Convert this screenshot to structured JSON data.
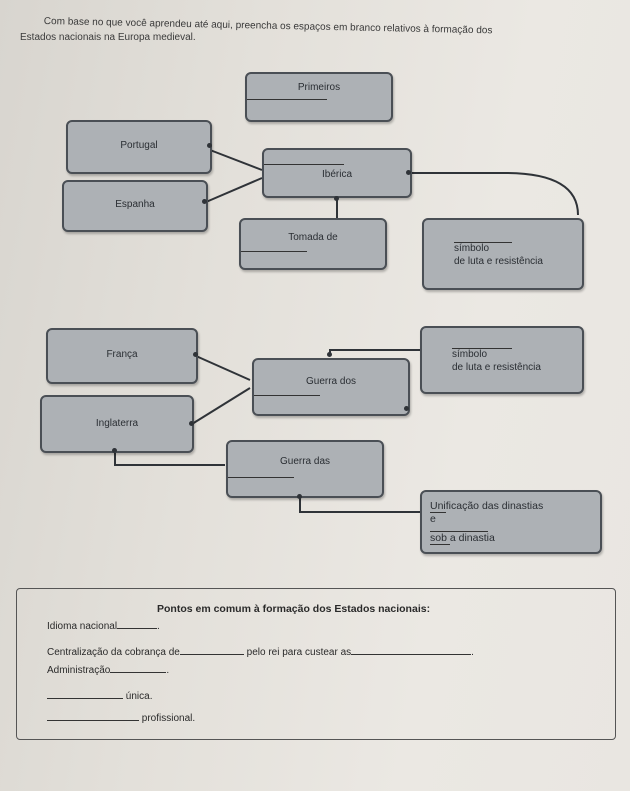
{
  "instructions": {
    "line1": "Com base no que você aprendeu até aqui, preencha os espaços em branco relativos à formação dos",
    "line2": "Estados nacionais na Europa medieval."
  },
  "diagram1": {
    "primeiros": "Primeiros",
    "portugal": "Portugal",
    "iberica": "Ibérica",
    "espanha": "Espanha",
    "tomada": "Tomada de",
    "simbolo_a": "símbolo",
    "simbolo_b": "de luta e resistência"
  },
  "diagram2": {
    "franca": "França",
    "guerra_dos": "Guerra dos",
    "simbolo_a": "símbolo",
    "simbolo_b": "de luta e resistência",
    "inglaterra": "Inglaterra",
    "guerra_das": "Guerra das",
    "unificacao": "Unificação das dinastias",
    "e": "e",
    "sob": "sob a dinastia"
  },
  "summary": {
    "title": "Pontos em comum à formação dos Estados nacionais:",
    "idioma": "Idioma nacional",
    "centralizacao_a": "Centralização da cobrança de",
    "centralizacao_b": "pelo rei para custear as",
    "administracao": "Administração",
    "unica": "única.",
    "profissional": "profissional.",
    "dot": "."
  }
}
